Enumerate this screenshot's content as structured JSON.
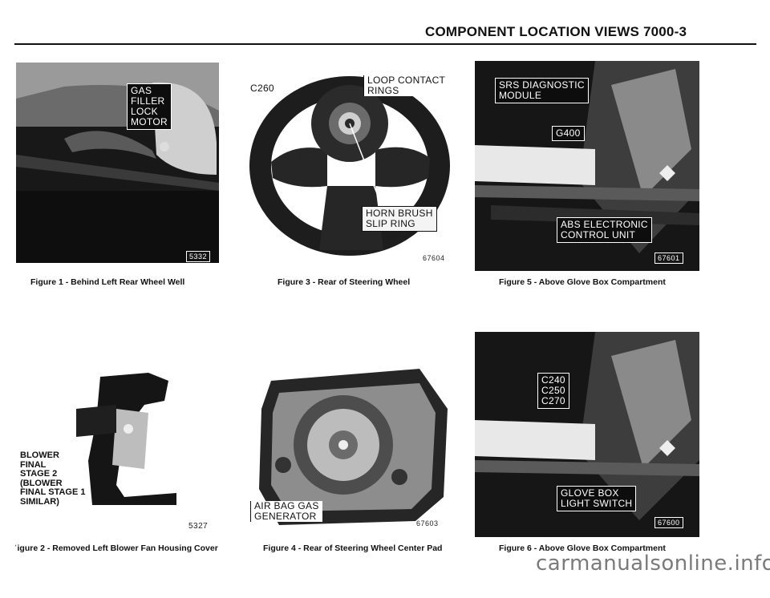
{
  "header": {
    "title": "COMPONENT LOCATION VIEWS   7000-3"
  },
  "figures": {
    "fig1": {
      "caption": "Figure 1 - Behind Left Rear Wheel Well",
      "labels": [
        "GAS\nFILLER\nLOCK\nMOTOR"
      ],
      "number": "5332"
    },
    "fig2": {
      "caption": "ˈigure 2 - Removed Left Blower Fan Housing Cover",
      "labels": [
        "BLOWER\nFINAL\nSTAGE 2\n(BLOWER\nFINAL STAGE 1\nSIMILAR)"
      ],
      "number": "5327"
    },
    "fig3": {
      "caption": "Figure 3 - Rear of Steering Wheel",
      "labels": [
        "C260",
        "LOOP CONTACT\nRINGS",
        "HORN BRUSH\nSLIP RING"
      ],
      "number": "67604"
    },
    "fig4": {
      "caption": "Figure 4 - Rear of Steering Wheel Center Pad",
      "labels": [
        "AIR BAG GAS\nGENERATOR"
      ],
      "number": "67603"
    },
    "fig5": {
      "caption": "Figure 5 - Above Glove Box Compartment",
      "labels": [
        "SRS DIAGNOSTIC\nMODULE",
        "G400",
        "ABS ELECTRONIC\nCONTROL UNIT"
      ],
      "number": "67601"
    },
    "fig6": {
      "caption": "Figure 6 - Above Glove Box Compartment",
      "labels": [
        "C240\nC250\nC270",
        "GLOVE BOX\nLIGHT SWITCH"
      ],
      "number": "67600"
    }
  },
  "watermark": "carmanualsonline.info"
}
